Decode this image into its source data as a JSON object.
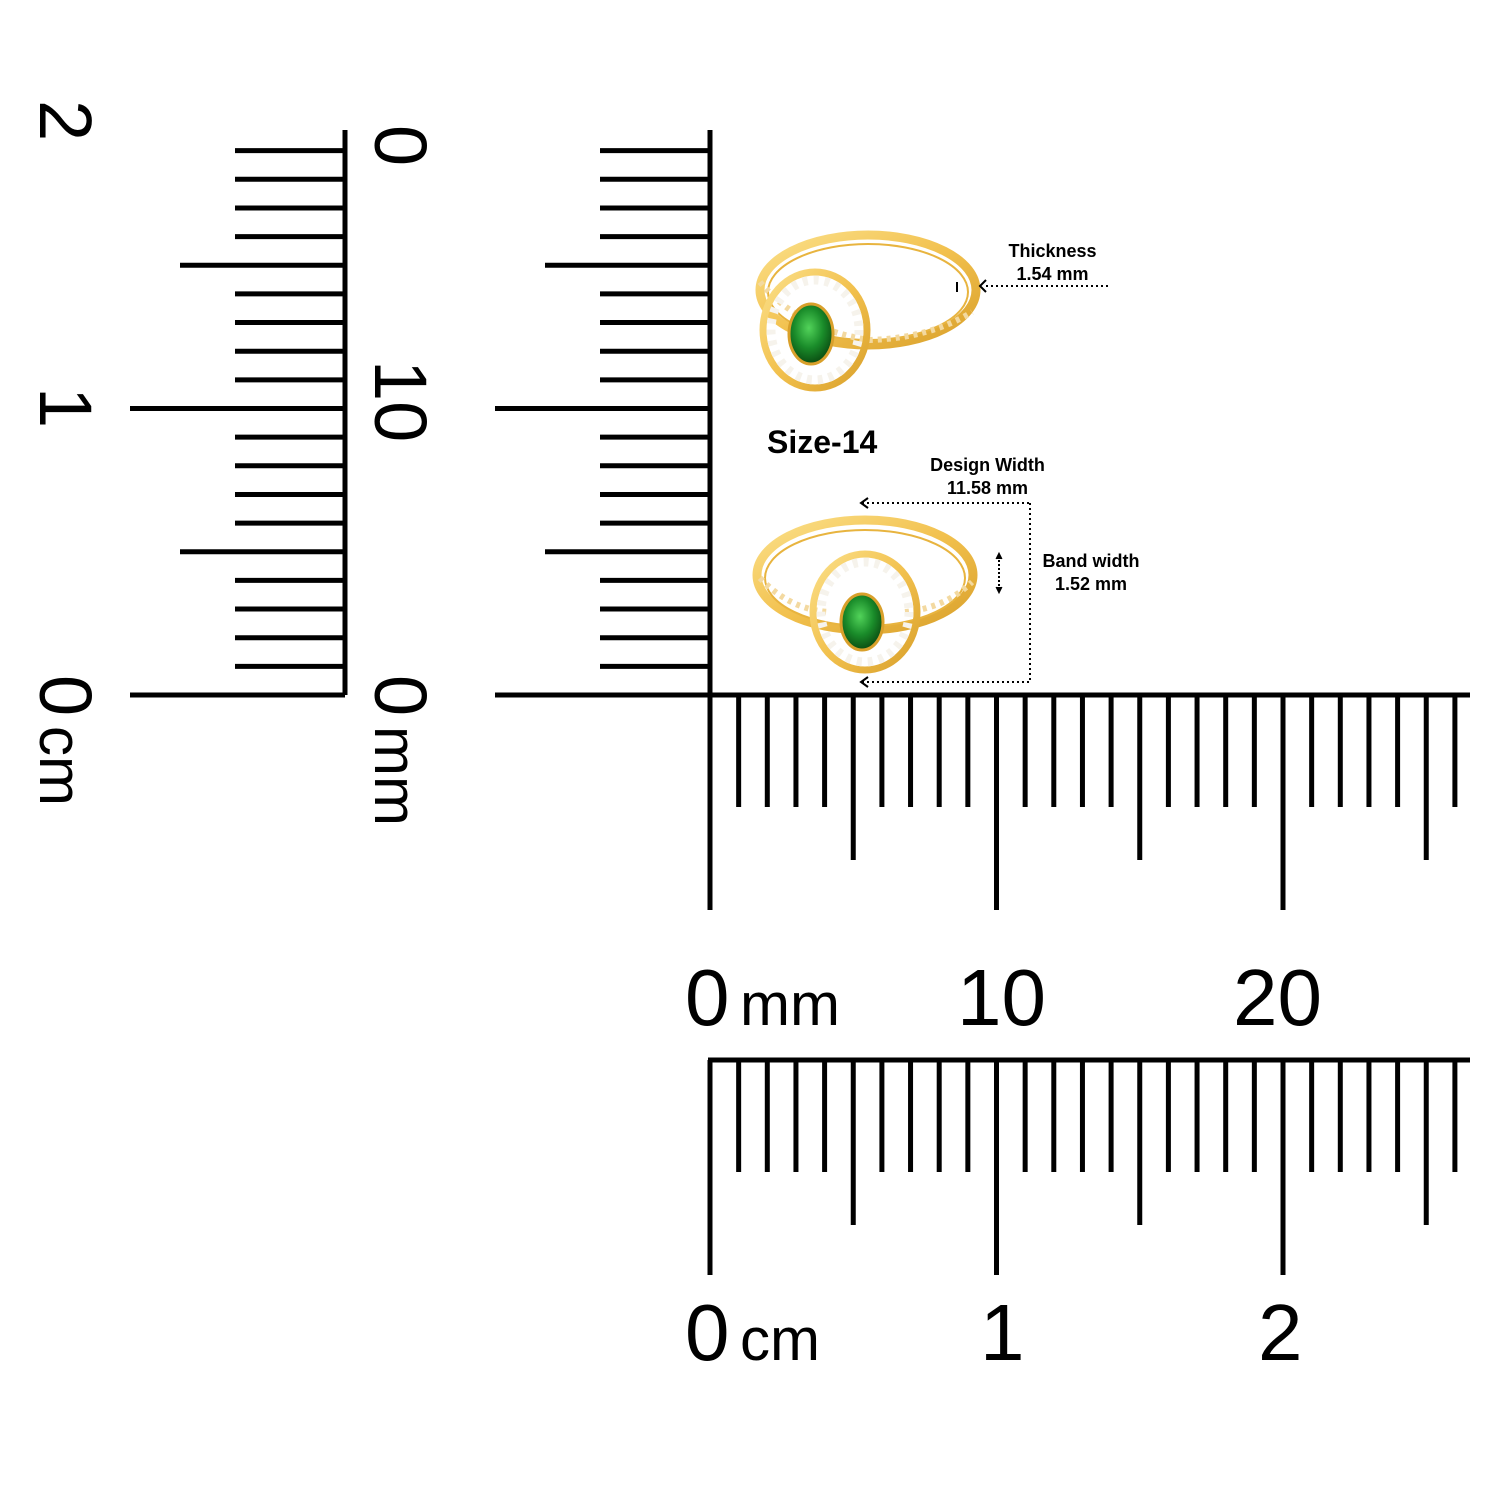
{
  "rulers": {
    "vertical_cm": {
      "unit_label": "cm",
      "numbers": [
        "0",
        "1",
        "2"
      ]
    },
    "vertical_mm": {
      "unit_label": "mm",
      "numbers": [
        "0",
        "10"
      ]
    },
    "horizontal_mm": {
      "unit_label": "mm",
      "numbers": [
        "0",
        "10",
        "20"
      ]
    },
    "horizontal_cm": {
      "unit_label": "cm",
      "numbers": [
        "0",
        "1",
        "2"
      ]
    }
  },
  "product": {
    "size_label": "Size-14",
    "thickness": {
      "label": "Thickness",
      "value": "1.54 mm"
    },
    "design_width": {
      "label": "Design Width",
      "value": "11.58 mm"
    },
    "band_width": {
      "label": "Band width",
      "value": "1.52 mm"
    }
  },
  "colors": {
    "gold": "#f2c14e",
    "gold_dark": "#d9a02b",
    "emerald": "#1a8c2a",
    "diamond": "#eef0f2"
  }
}
